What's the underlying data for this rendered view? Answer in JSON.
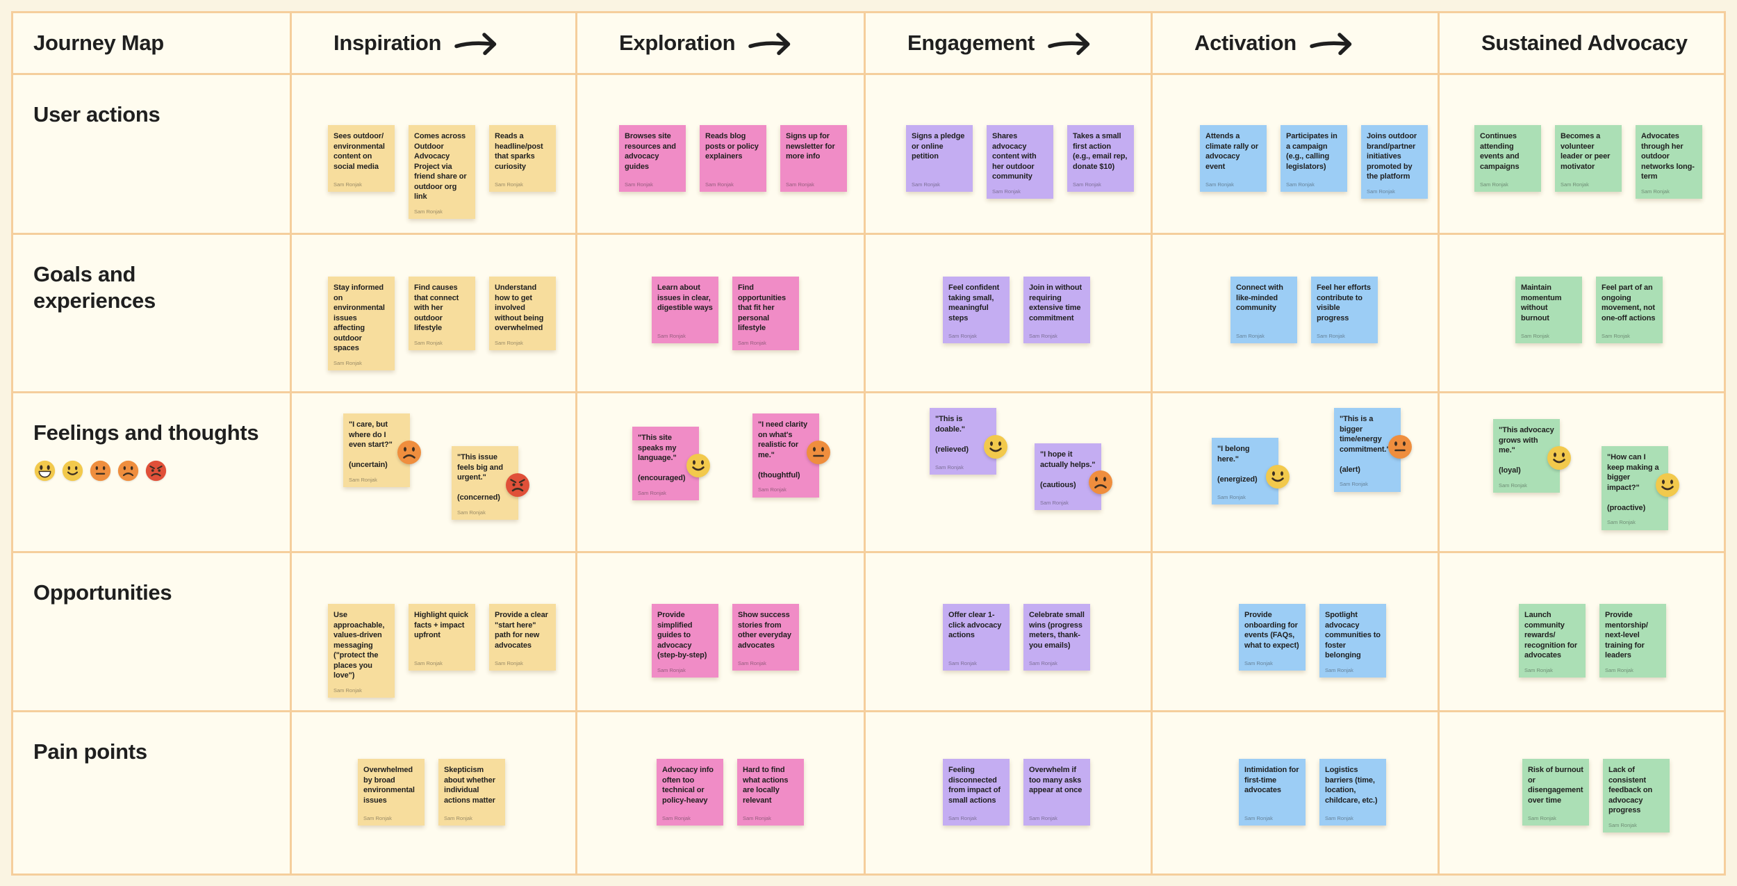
{
  "board": {
    "author": "Sam Ronjak"
  },
  "colors": {
    "background": "#FAF4E2",
    "surface": "#FFFCEF",
    "grid_line": "#F5CE9C",
    "text": "#1F1F1F",
    "yellow": "#F7DD9D",
    "pink": "#F08CC6",
    "purple": "#C4ADF2",
    "blue": "#9CCDF5",
    "green": "#ABDFB5",
    "emoji_yellow": "#F2C94C",
    "emoji_orange": "#EF8E3E",
    "emoji_red": "#E05039"
  },
  "header": {
    "title": "Journey Map",
    "stages": [
      {
        "label": "Inspiration",
        "arrow": true
      },
      {
        "label": "Exploration",
        "arrow": true
      },
      {
        "label": "Engagement",
        "arrow": true
      },
      {
        "label": "Activation",
        "arrow": true
      },
      {
        "label": "Sustained Advocacy",
        "arrow": false
      }
    ]
  },
  "feelings_legend": [
    "grinning-face",
    "smiling-face",
    "neutral-face",
    "frowning-face",
    "angry-face"
  ],
  "rows": [
    {
      "label": "User actions",
      "cells": [
        {
          "stickies": [
            {
              "text": "Sees outdoor/ environmental content on social media"
            },
            {
              "text": "Comes across Outdoor Advocacy Project via friend share or outdoor org link"
            },
            {
              "text": "Reads a headline/post that sparks curiosity"
            }
          ]
        },
        {
          "stickies": [
            {
              "text": "Browses site resources and advocacy guides"
            },
            {
              "text": "Reads blog posts or policy explainers"
            },
            {
              "text": "Signs up for newsletter for more info"
            }
          ]
        },
        {
          "stickies": [
            {
              "text": "Signs a pledge or online petition"
            },
            {
              "text": "Shares advocacy content with her outdoor community"
            },
            {
              "text": "Takes a small first action (e.g., email rep, donate $10)"
            }
          ]
        },
        {
          "stickies": [
            {
              "text": "Attends a climate rally or advocacy event"
            },
            {
              "text": "Participates in a campaign (e.g., calling legislators)"
            },
            {
              "text": "Joins outdoor brand/partner initiatives promoted by the platform"
            }
          ]
        },
        {
          "stickies": [
            {
              "text": "Continues attending events and campaigns"
            },
            {
              "text": "Becomes a volunteer leader or peer motivator"
            },
            {
              "text": "Advocates through her outdoor networks long-term"
            }
          ]
        }
      ]
    },
    {
      "label": "Goals and experiences",
      "cells": [
        {
          "stickies": [
            {
              "text": "Stay informed on environmental issues affecting outdoor spaces"
            },
            {
              "text": "Find causes that connect with her outdoor lifestyle"
            },
            {
              "text": "Understand how to get involved without being overwhelmed"
            }
          ]
        },
        {
          "stickies": [
            {
              "text": "Learn about issues in clear, digestible ways"
            },
            {
              "text": "Find opportunities that fit her personal lifestyle"
            }
          ]
        },
        {
          "stickies": [
            {
              "text": "Feel confident taking small, meaningful steps"
            },
            {
              "text": "Join in without requiring extensive time commitment"
            }
          ]
        },
        {
          "stickies": [
            {
              "text": "Connect with like-minded community"
            },
            {
              "text": "Feel her efforts contribute to visible progress"
            }
          ]
        },
        {
          "stickies": [
            {
              "text": "Maintain momentum without burnout"
            },
            {
              "text": "Feel part of an ongoing movement, not one-off actions"
            }
          ]
        }
      ]
    },
    {
      "label": "Feelings and thoughts",
      "cells": [
        {
          "stickies": [
            {
              "text": "\"I care, but where do I even start?\"\n\n(uncertain)",
              "emoji": "frowning-face"
            },
            {
              "text": "\"This issue feels big and urgent.\"\n\n(concerned)",
              "emoji": "angry-face"
            }
          ]
        },
        {
          "stickies": [
            {
              "text": "\"This site speaks my language.\"\n\n(encouraged)",
              "emoji": "smiling-face"
            },
            {
              "text": "\"I need clarity on what's realistic for me.\"\n\n(thoughtful)",
              "emoji": "neutral-face"
            }
          ]
        },
        {
          "stickies": [
            {
              "text": "\"This is doable.\"\n\n(relieved)",
              "emoji": "smiling-face"
            },
            {
              "text": "\"I hope it actually helps.\"\n\n(cautious)",
              "emoji": "frowning-face"
            }
          ]
        },
        {
          "stickies": [
            {
              "text": "\"I belong here.\"\n\n(energized)",
              "emoji": "smiling-face"
            },
            {
              "text": "\"This is a bigger time/energy commitment.\"\n\n(alert)",
              "emoji": "neutral-face"
            }
          ]
        },
        {
          "stickies": [
            {
              "text": "\"This advocacy grows with me.\"\n\n(loyal)",
              "emoji": "smiling-face"
            },
            {
              "text": "\"How can I keep making a bigger impact?\"\n\n(proactive)",
              "emoji": "smiling-face"
            }
          ]
        }
      ]
    },
    {
      "label": "Opportunities",
      "cells": [
        {
          "stickies": [
            {
              "text": "Use approachable, values-driven messaging (\"protect the places you love\")"
            },
            {
              "text": "Highlight quick facts + impact upfront"
            },
            {
              "text": "Provide a clear \"start here\" path for new advocates"
            }
          ]
        },
        {
          "stickies": [
            {
              "text": "Provide simplified guides to advocacy (step-by-step)"
            },
            {
              "text": "Show success stories from other everyday advocates"
            }
          ]
        },
        {
          "stickies": [
            {
              "text": "Offer clear 1-click advocacy actions"
            },
            {
              "text": "Celebrate small wins (progress meters, thank-you emails)"
            }
          ]
        },
        {
          "stickies": [
            {
              "text": "Provide onboarding for events (FAQs, what to expect)"
            },
            {
              "text": "Spotlight advocacy communities to foster belonging"
            }
          ]
        },
        {
          "stickies": [
            {
              "text": "Launch community rewards/ recognition for advocates"
            },
            {
              "text": "Provide mentorship/ next-level training for leaders"
            }
          ]
        }
      ]
    },
    {
      "label": "Pain points",
      "cells": [
        {
          "stickies": [
            {
              "text": "Overwhelmed by broad environmental issues"
            },
            {
              "text": "Skepticism about whether individual actions matter"
            }
          ]
        },
        {
          "stickies": [
            {
              "text": "Advocacy info often too technical or policy-heavy"
            },
            {
              "text": "Hard to find what actions are locally relevant"
            }
          ]
        },
        {
          "stickies": [
            {
              "text": "Feeling disconnected from impact of small actions"
            },
            {
              "text": "Overwhelm if too many asks appear at once"
            }
          ]
        },
        {
          "stickies": [
            {
              "text": "Intimidation for first-time advocates"
            },
            {
              "text": "Logistics barriers (time, location, childcare, etc.)"
            }
          ]
        },
        {
          "stickies": [
            {
              "text": "Risk of burnout or disengagement over time"
            },
            {
              "text": "Lack of consistent feedback on advocacy progress"
            }
          ]
        }
      ]
    }
  ]
}
